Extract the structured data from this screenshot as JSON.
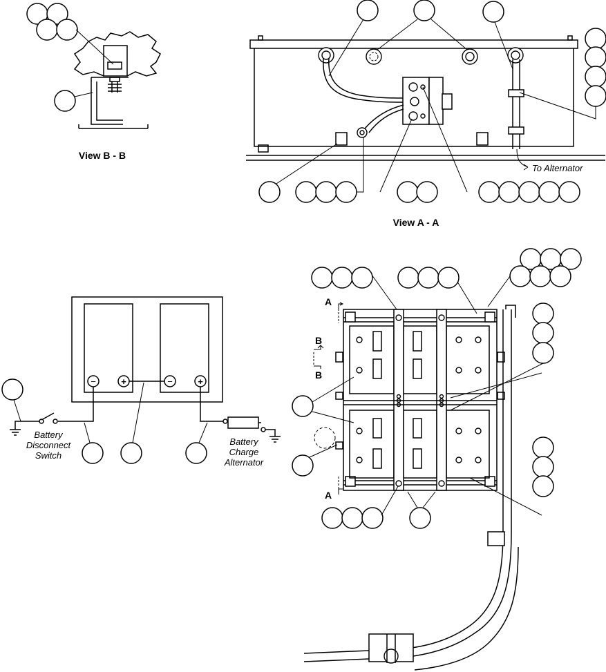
{
  "views": {
    "view_bb": "View B - B",
    "view_aa": "View A - A"
  },
  "callouts": {
    "to_alternator": "To Alternator"
  },
  "schematic": {
    "disconnect_line1": "Battery",
    "disconnect_line2": "Disconnect",
    "disconnect_line3": "Switch",
    "alternator_line1": "Battery",
    "alternator_line2": "Charge",
    "alternator_line3": "Alternator",
    "minus": "−",
    "plus": "+"
  },
  "section_markers": {
    "a_top": "A",
    "a_bottom": "A",
    "b_top": "B",
    "b_bottom": "B"
  }
}
